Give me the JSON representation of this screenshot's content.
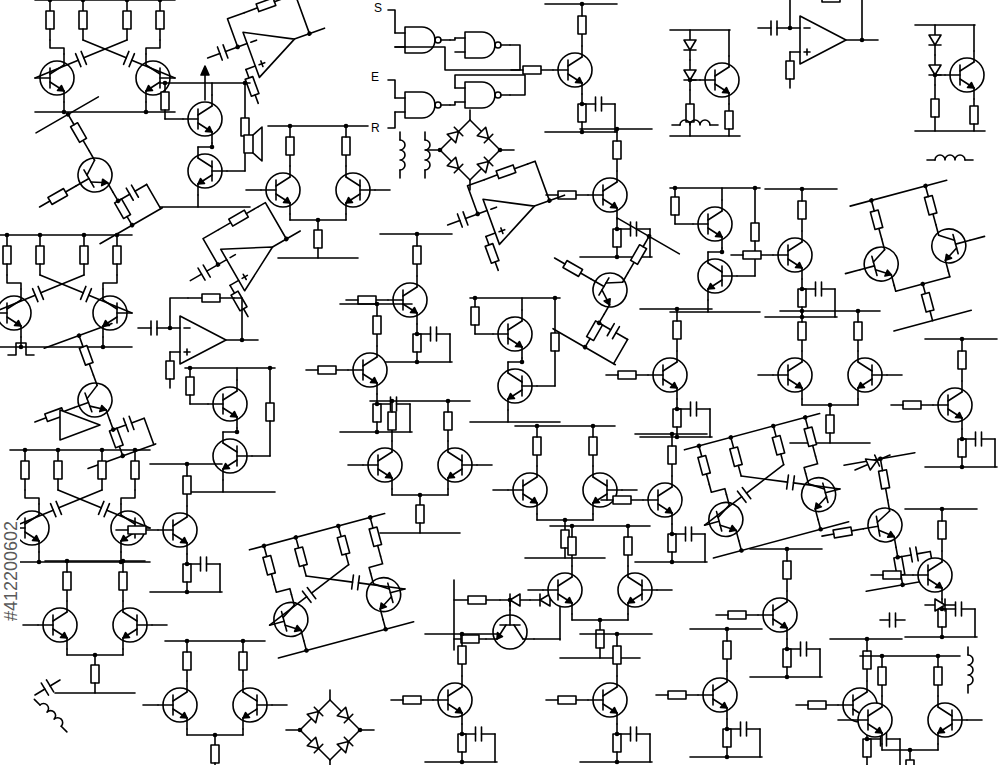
{
  "diagram": {
    "labels": [
      "S",
      "E",
      "R",
      "#412200602"
    ]
  }
}
